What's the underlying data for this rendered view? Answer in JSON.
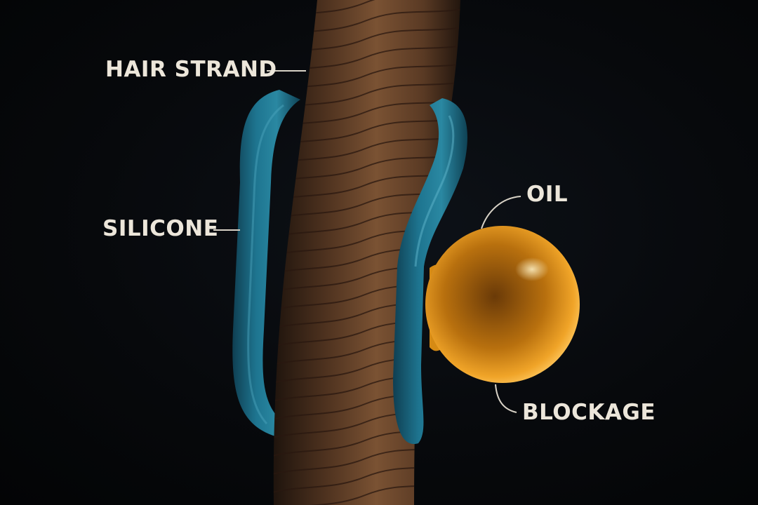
{
  "colors": {
    "background": "#05070a",
    "hair": "#5c3a24",
    "hair_scale_lines": "#2a1810",
    "silicone": "#1e7088",
    "oil": "#e39a1c",
    "label_text": "#ece6da",
    "leader_line": "#d8d2c6"
  },
  "labels": {
    "hair_strand": "HAIR STRAND",
    "silicone": "SILICONE",
    "oil": "OIL",
    "blockage": "BLOCKAGE"
  }
}
